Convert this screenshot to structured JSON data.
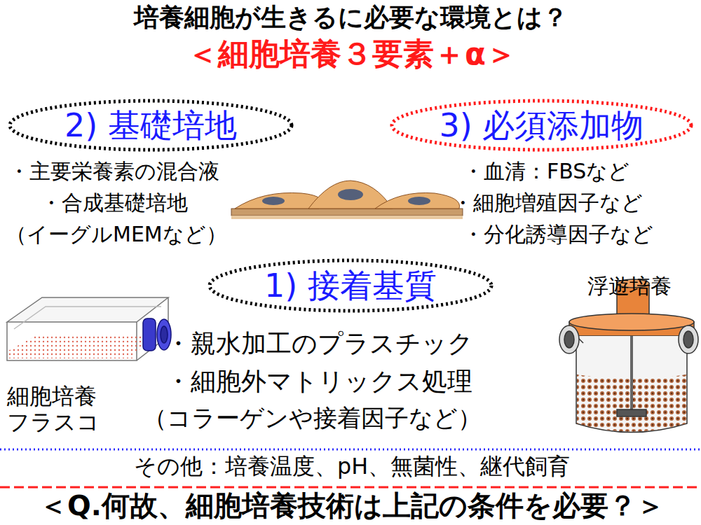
{
  "diagram": {
    "title": "培養細胞が生きるに必要な環境とは？",
    "nodes": [
      {
        "text": [
          "2) 基礎培地"
        ]
      },
      {
        "text": [
          "3) 必須添加物"
        ]
      },
      {
        "text": [
          "1) 接着基質"
        ]
      }
    ],
    "labels": [
      "＜細胞培養３要素＋α＞",
      "・主要栄養素の混合液",
      "・合成基礎培地",
      "（イーグルMEMなど）",
      "・血清：FBSなど",
      "・細胞増殖因子など",
      "・分化誘導因子など",
      "浮遊培養",
      "・親水加工のプラスチック",
      "・細胞外マトリックス処理",
      "（コラーゲンや接着因子など）",
      "細胞培養 フラスコ",
      "その他：培養温度、pH、無菌性、継代飼育",
      "＜Q.何故、細胞培養技術は上記の条件を必要？＞"
    ]
  }
}
